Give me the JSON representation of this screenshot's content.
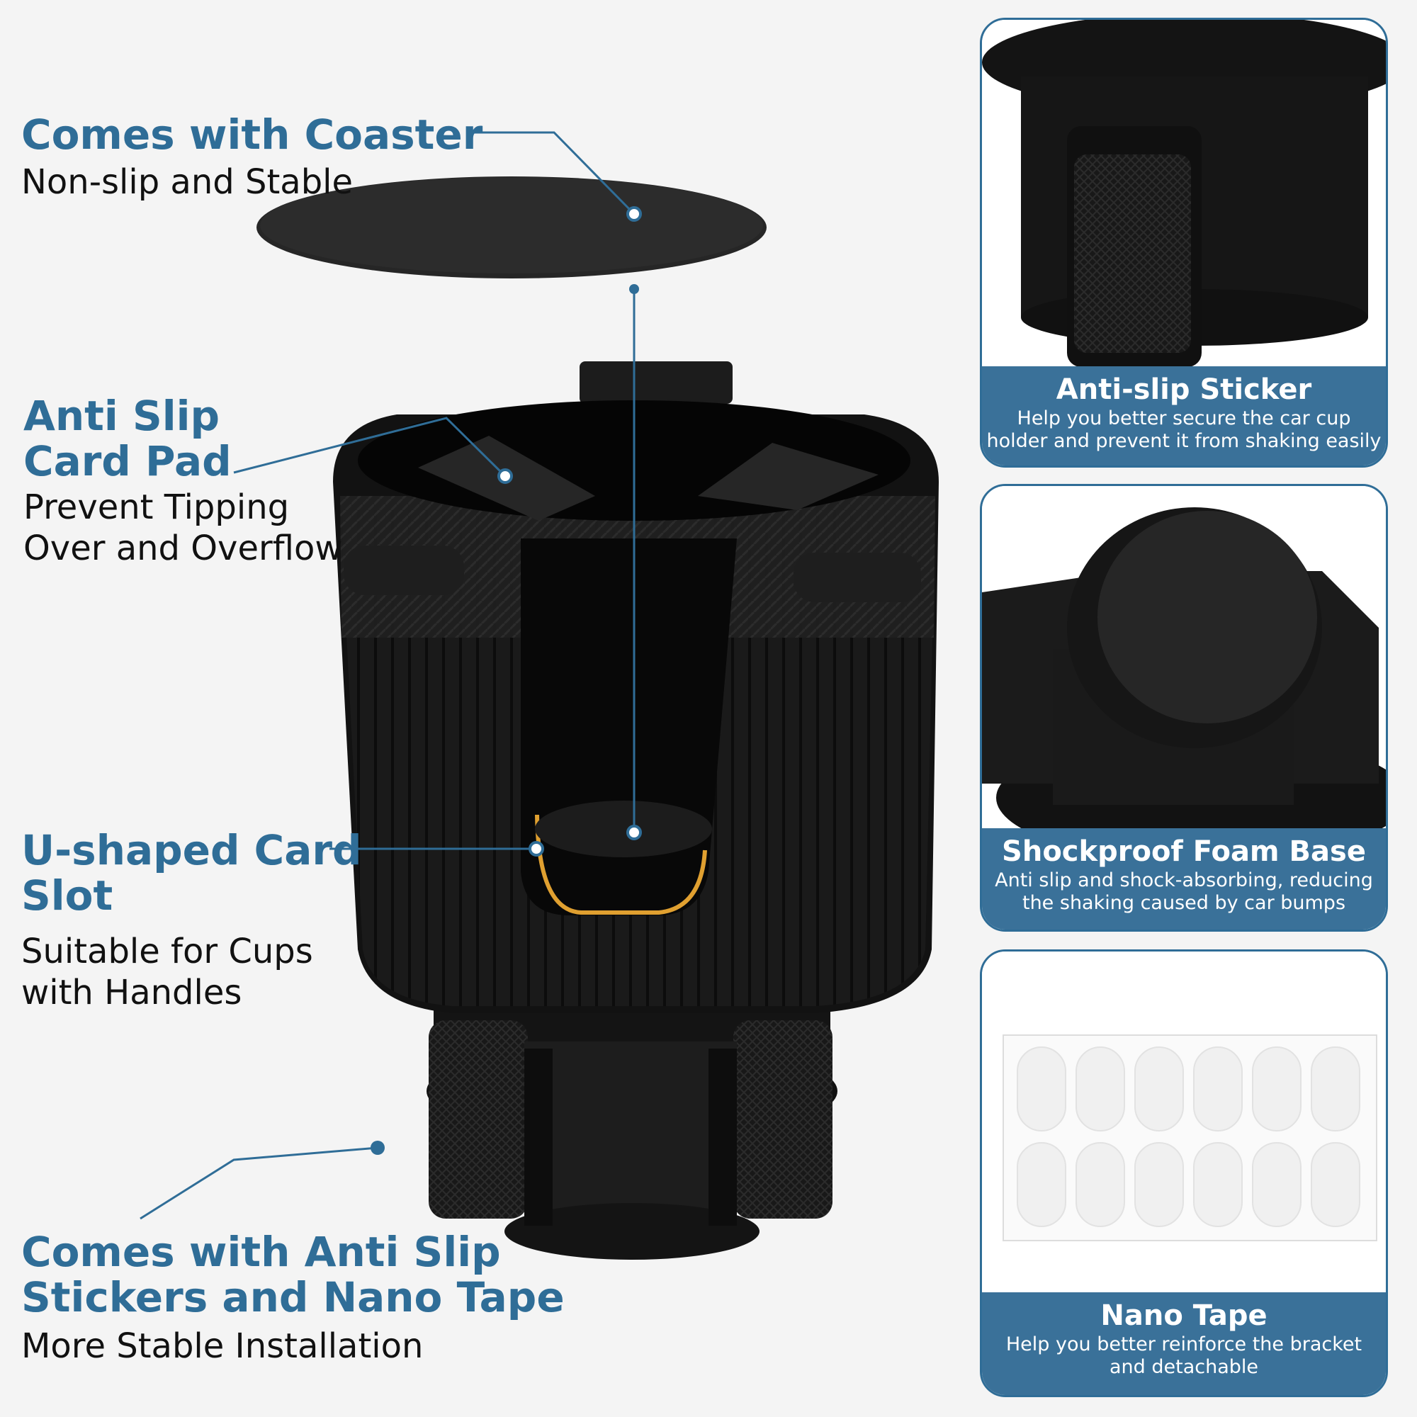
{
  "callouts": {
    "coaster": {
      "title": "Comes with Coaster",
      "subtitle": "Non-slip and Stable"
    },
    "card_pad": {
      "title_line1": "Anti Slip",
      "title_line2": "Card Pad",
      "subtitle_line1": "Prevent Tipping",
      "subtitle_line2": "Over and Overflow"
    },
    "card_slot": {
      "title_line1": "U-shaped Card",
      "title_line2": "Slot",
      "subtitle_line1": "Suitable for Cups",
      "subtitle_line2": "with Handles"
    },
    "stickers": {
      "title_line1": "Comes with Anti Slip",
      "title_line2": "Stickers and Nano Tape",
      "subtitle": "More Stable Installation"
    }
  },
  "panels": [
    {
      "title": "Anti-slip Sticker",
      "desc_line1": "Help you better secure the car cup",
      "desc_line2": "holder and prevent it from shaking easily"
    },
    {
      "title": "Shockproof Foam Base",
      "desc_line1": "Anti slip and shock-absorbing, reducing",
      "desc_line2": "the shaking caused by car bumps"
    },
    {
      "title": "Nano Tape",
      "desc_line1": "Help you better reinforce the bracket",
      "desc_line2": "and detachable"
    }
  ],
  "colors": {
    "accent": "#2f6d97",
    "caption_bg": "#3a7199",
    "product": "#151515",
    "slot_edge": "#e0a030"
  }
}
